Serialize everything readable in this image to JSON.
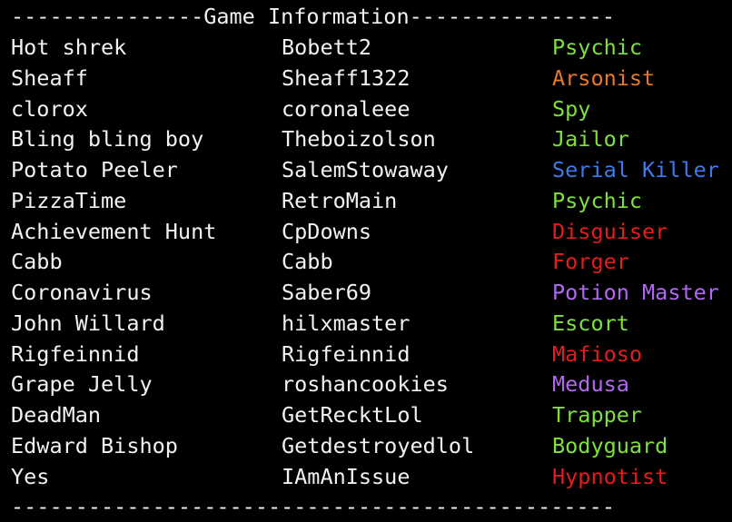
{
  "header": "---------------Game Information----------------",
  "footer": "-----------------------------------------------",
  "colors": {
    "town": "#7fe03c",
    "arsonist": "#e8792a",
    "serial_killer": "#4079ea",
    "mafia": "#e21d1d",
    "coven": "#b267f2",
    "text": "#f2f2f2",
    "background": "#000000"
  },
  "players": [
    {
      "name": "Hot shrek",
      "account": "Bobett2",
      "role": "Psychic",
      "color": "#7fe03c"
    },
    {
      "name": "Sheaff",
      "account": "Sheaff1322",
      "role": "Arsonist",
      "color": "#e8792a"
    },
    {
      "name": "clorox",
      "account": "coronaleee",
      "role": "Spy",
      "color": "#7fe03c"
    },
    {
      "name": "Bling bling boy",
      "account": "Theboizolson",
      "role": "Jailor",
      "color": "#7fe03c"
    },
    {
      "name": "Potato Peeler",
      "account": "SalemStowaway",
      "role": "Serial Killer",
      "color": "#4079ea"
    },
    {
      "name": "PizzaTime",
      "account": "RetroMain",
      "role": "Psychic",
      "color": "#7fe03c"
    },
    {
      "name": "Achievement Hunt",
      "account": "CpDowns",
      "role": "Disguiser",
      "color": "#e21d1d"
    },
    {
      "name": "Cabb",
      "account": "Cabb",
      "role": "Forger",
      "color": "#e21d1d"
    },
    {
      "name": "Coronavirus",
      "account": "Saber69",
      "role": "Potion Master",
      "color": "#b267f2"
    },
    {
      "name": "John Willard",
      "account": "hilxmaster",
      "role": "Escort",
      "color": "#7fe03c"
    },
    {
      "name": "Rigfeinnid",
      "account": "Rigfeinnid",
      "role": "Mafioso",
      "color": "#e21d1d"
    },
    {
      "name": "Grape Jelly",
      "account": "roshancookies",
      "role": "Medusa",
      "color": "#b267f2"
    },
    {
      "name": "DeadMan",
      "account": "GetRecktLol",
      "role": "Trapper",
      "color": "#7fe03c"
    },
    {
      "name": "Edward Bishop",
      "account": "Getdestroyedlol",
      "role": "Bodyguard",
      "color": "#7fe03c"
    },
    {
      "name": "Yes",
      "account": "IAmAnIssue",
      "role": "Hypnotist",
      "color": "#e21d1d"
    }
  ]
}
